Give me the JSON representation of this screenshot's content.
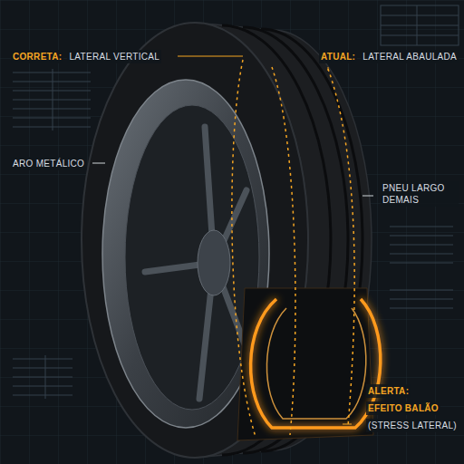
{
  "diagram": {
    "labels": [
      "CORRETA:",
      "LATERAL VERTICAL",
      "ATUAL:",
      "LATERAL ABAULADA",
      "ARO METÁLICO",
      "PNEU LARGO DEMAIS",
      "ALERTA:",
      "EFEITO BALÃO",
      "(STRESS LATERAL)"
    ]
  }
}
